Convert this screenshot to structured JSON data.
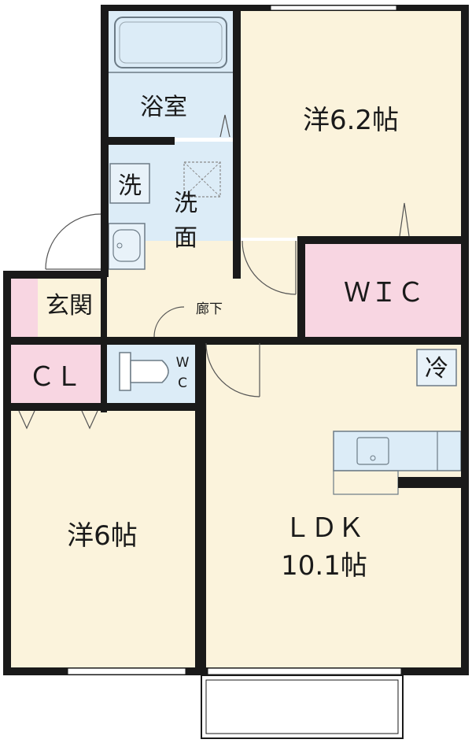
{
  "rooms": {
    "bath": "浴室",
    "western_1": "洋6.2帖",
    "washroom_line1": "洗",
    "washroom_line2": "面",
    "washer_badge": "洗",
    "wic": "ＷＩＣ",
    "entrance": "玄関",
    "hallway": "廊下",
    "closet": "ＣＬ",
    "toilet_line1": "W",
    "toilet_line2": "C",
    "fridge_badge": "冷",
    "western_2": "洋6帖",
    "ldk_line1": "ＬＤＫ",
    "ldk_line2": "10.1帖"
  },
  "colors": {
    "wall": "#1a1a1a",
    "western": "#fbf3dc",
    "wet_area": "#dcecf7",
    "storage": "#f8d6e2",
    "hall": "#fbf3dc"
  }
}
